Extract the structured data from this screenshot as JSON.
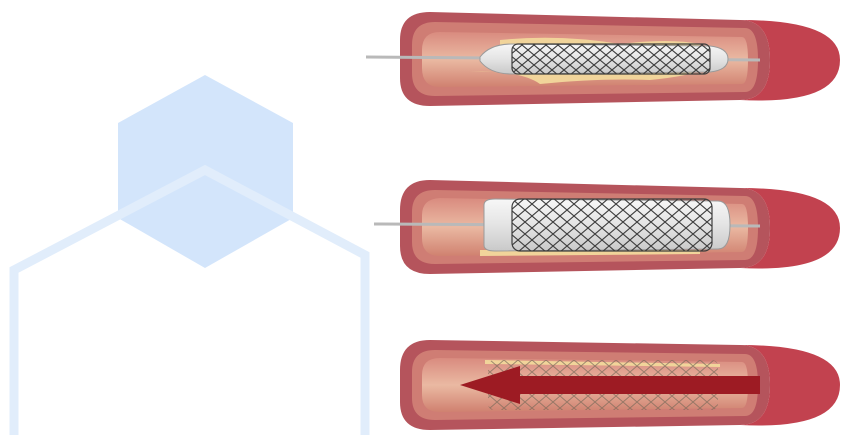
{
  "colors": {
    "background": "#ffffff",
    "hexagon_fill": "#d3e5fb",
    "hexagon_outline": "#e1edfb",
    "vessel_outer": "#b5545c",
    "vessel_wall": "#cf7d74",
    "vessel_lumen": "#e7b39b",
    "vessel_cut_face": "#c2424f",
    "plaque": "#f1d49a",
    "catheter_wire": "#b9b9b9",
    "balloon": "#e9e9e9",
    "stent_mesh": "#3d3d3d",
    "flow_arrow": "#9d1b23"
  },
  "panels": [
    {
      "stage": "stent-crimped-on-deflated-balloon",
      "balloon_inflation": 0.25,
      "plaque_visible": true,
      "arrow": false
    },
    {
      "stage": "balloon-inflated-stent-expanded",
      "balloon_inflation": 1.0,
      "plaque_visible": true,
      "arrow": false
    },
    {
      "stage": "balloon-removed-stent-in-place-blood-flow",
      "balloon_inflation": 0.0,
      "plaque_visible": true,
      "arrow": true
    }
  ]
}
